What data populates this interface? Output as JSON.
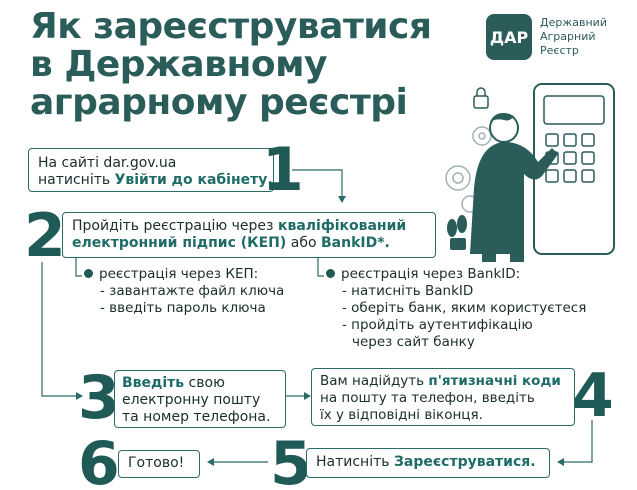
{
  "title": {
    "line1": "Як зареєструватися",
    "line2": "в Державному",
    "line3": "аграрному реєстрі"
  },
  "logo": {
    "mark": "ДАР",
    "line1": "Державний",
    "line2": "Аграрний",
    "line3": "Реєстр"
  },
  "steps": {
    "s1": {
      "num": "1",
      "text1": "На сайті dar.gov.ua",
      "text2a": "натисніть ",
      "text2b": "Увійти до кабінету."
    },
    "s2": {
      "num": "2",
      "text1a": "Пройдіть реєстрацію через ",
      "text1b": "кваліфікований",
      "text2a": "електронний підпис (КЕП)",
      "text2b": " або ",
      "text2c": "BankID*."
    },
    "s3": {
      "num": "3",
      "text1a": "Введіть",
      "text1b": " свою",
      "text2": "електронну пошту",
      "text3": "та номер телефона."
    },
    "s4": {
      "num": "4",
      "text1a": "Вам надійдуть ",
      "text1b": "п'ятизначні коди",
      "text2": "на пошту та телефон, введіть",
      "text3": "їх у відповідні віконця."
    },
    "s5": {
      "num": "5",
      "text1a": "Натисніть ",
      "text1b": "Зареєструватися."
    },
    "s6": {
      "num": "6",
      "text1": "Готово!"
    }
  },
  "kep": {
    "head": "реєстрація через КЕП:",
    "items": [
      "- завантажте файл ключа",
      "- введіть пароль ключа"
    ]
  },
  "bankid": {
    "head": "реєстрація через BankID:",
    "items": [
      "- натисніть BankID",
      "- оберіть банк, яким користуєтеся",
      "- пройдіть аутентифікацію",
      "через сайт банку"
    ]
  },
  "colors": {
    "primary": "#2a5c5a",
    "accent": "#1f6b68"
  }
}
